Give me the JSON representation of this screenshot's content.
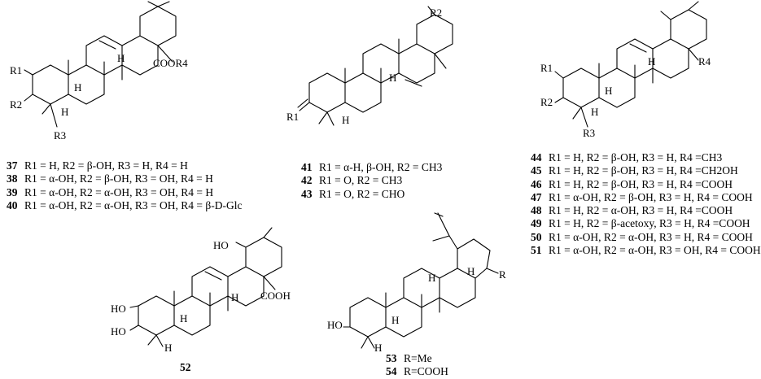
{
  "structures": {
    "oleanane": {
      "labels": {
        "r1": "R1",
        "r2": "R2",
        "r3": "R3",
        "cooR4": "COOR4",
        "h_c18": "H",
        "h_c9": "H",
        "h_c5": "H"
      },
      "compounds": [
        {
          "id": "37",
          "text": "R1 = H, R2 = β-OH, R3 = H, R4 = H"
        },
        {
          "id": "38",
          "text": "R1 = α-OH, R2 = β-OH, R3 = OH, R4 = H"
        },
        {
          "id": "39",
          "text": "R1 = α-OH, R2 = α-OH,  R3 = OH, R4 = H"
        },
        {
          "id": "40",
          "text": "R1 = α-OH, R2 = α-OH,  R3 = OH, R4 = β-D-Glc"
        }
      ]
    },
    "taraxerane": {
      "labels": {
        "r1": "R1",
        "r2": "R2",
        "h_c9": "H",
        "h_c5": "H"
      },
      "compounds": [
        {
          "id": "41",
          "text": "R1 = α-H,  β-OH, R2 = CH3"
        },
        {
          "id": "42",
          "text": "R1 = O, R2 = CH3"
        },
        {
          "id": "43",
          "text": "R1 = O, R2 = CHO"
        }
      ]
    },
    "ursane": {
      "labels": {
        "r1": "R1",
        "r2": "R2",
        "r3": "R3",
        "r4": "R4",
        "h_c18": "H",
        "h_c9": "H",
        "h_c5": "H"
      },
      "compounds": [
        {
          "id": "44",
          "text": "R1 = H, R2 = β-OH, R3 = H, R4 =CH3"
        },
        {
          "id": "45",
          "text": "R1 = H, R2 = β-OH, R3 = H, R4 =CH2OH"
        },
        {
          "id": "46",
          "text": "R1 = H, R2 = β-OH, R3 = H, R4 =COOH"
        },
        {
          "id": "47",
          "text": "R1 = α-OH, R2 = β-OH, R3 = H, R4 = COOH"
        },
        {
          "id": "48",
          "text": "R1 = H, R2 = α-OH, R3 = H,  R4 =COOH"
        },
        {
          "id": "49",
          "text": "R1 = H, R2 = β-acetoxy, R3 = H, R4 =COOH"
        },
        {
          "id": "50",
          "text": "R1 = α-OH, R2 = α-OH, R3 = H, R4 = COOH"
        },
        {
          "id": "51",
          "text": "R1 = α-OH, R2 = α-OH, R3 = OH, R4 = COOH"
        }
      ]
    },
    "compound52": {
      "id": "52",
      "labels": {
        "ho_c19": "HO",
        "ho_c2": "HO",
        "ho_c3": "HO",
        "cooh": "COOH",
        "h_c18": "H",
        "h_c9": "H",
        "h_c5": "H"
      }
    },
    "lupane": {
      "labels": {
        "r": "R",
        "ho_c3": "HO",
        "h_c13": "H",
        "h_c9": "H",
        "h_c5": "H",
        "h_c18": "H"
      },
      "compounds": [
        {
          "id": "53",
          "text": "R=Me"
        },
        {
          "id": "54",
          "text": "R=COOH"
        }
      ]
    }
  }
}
